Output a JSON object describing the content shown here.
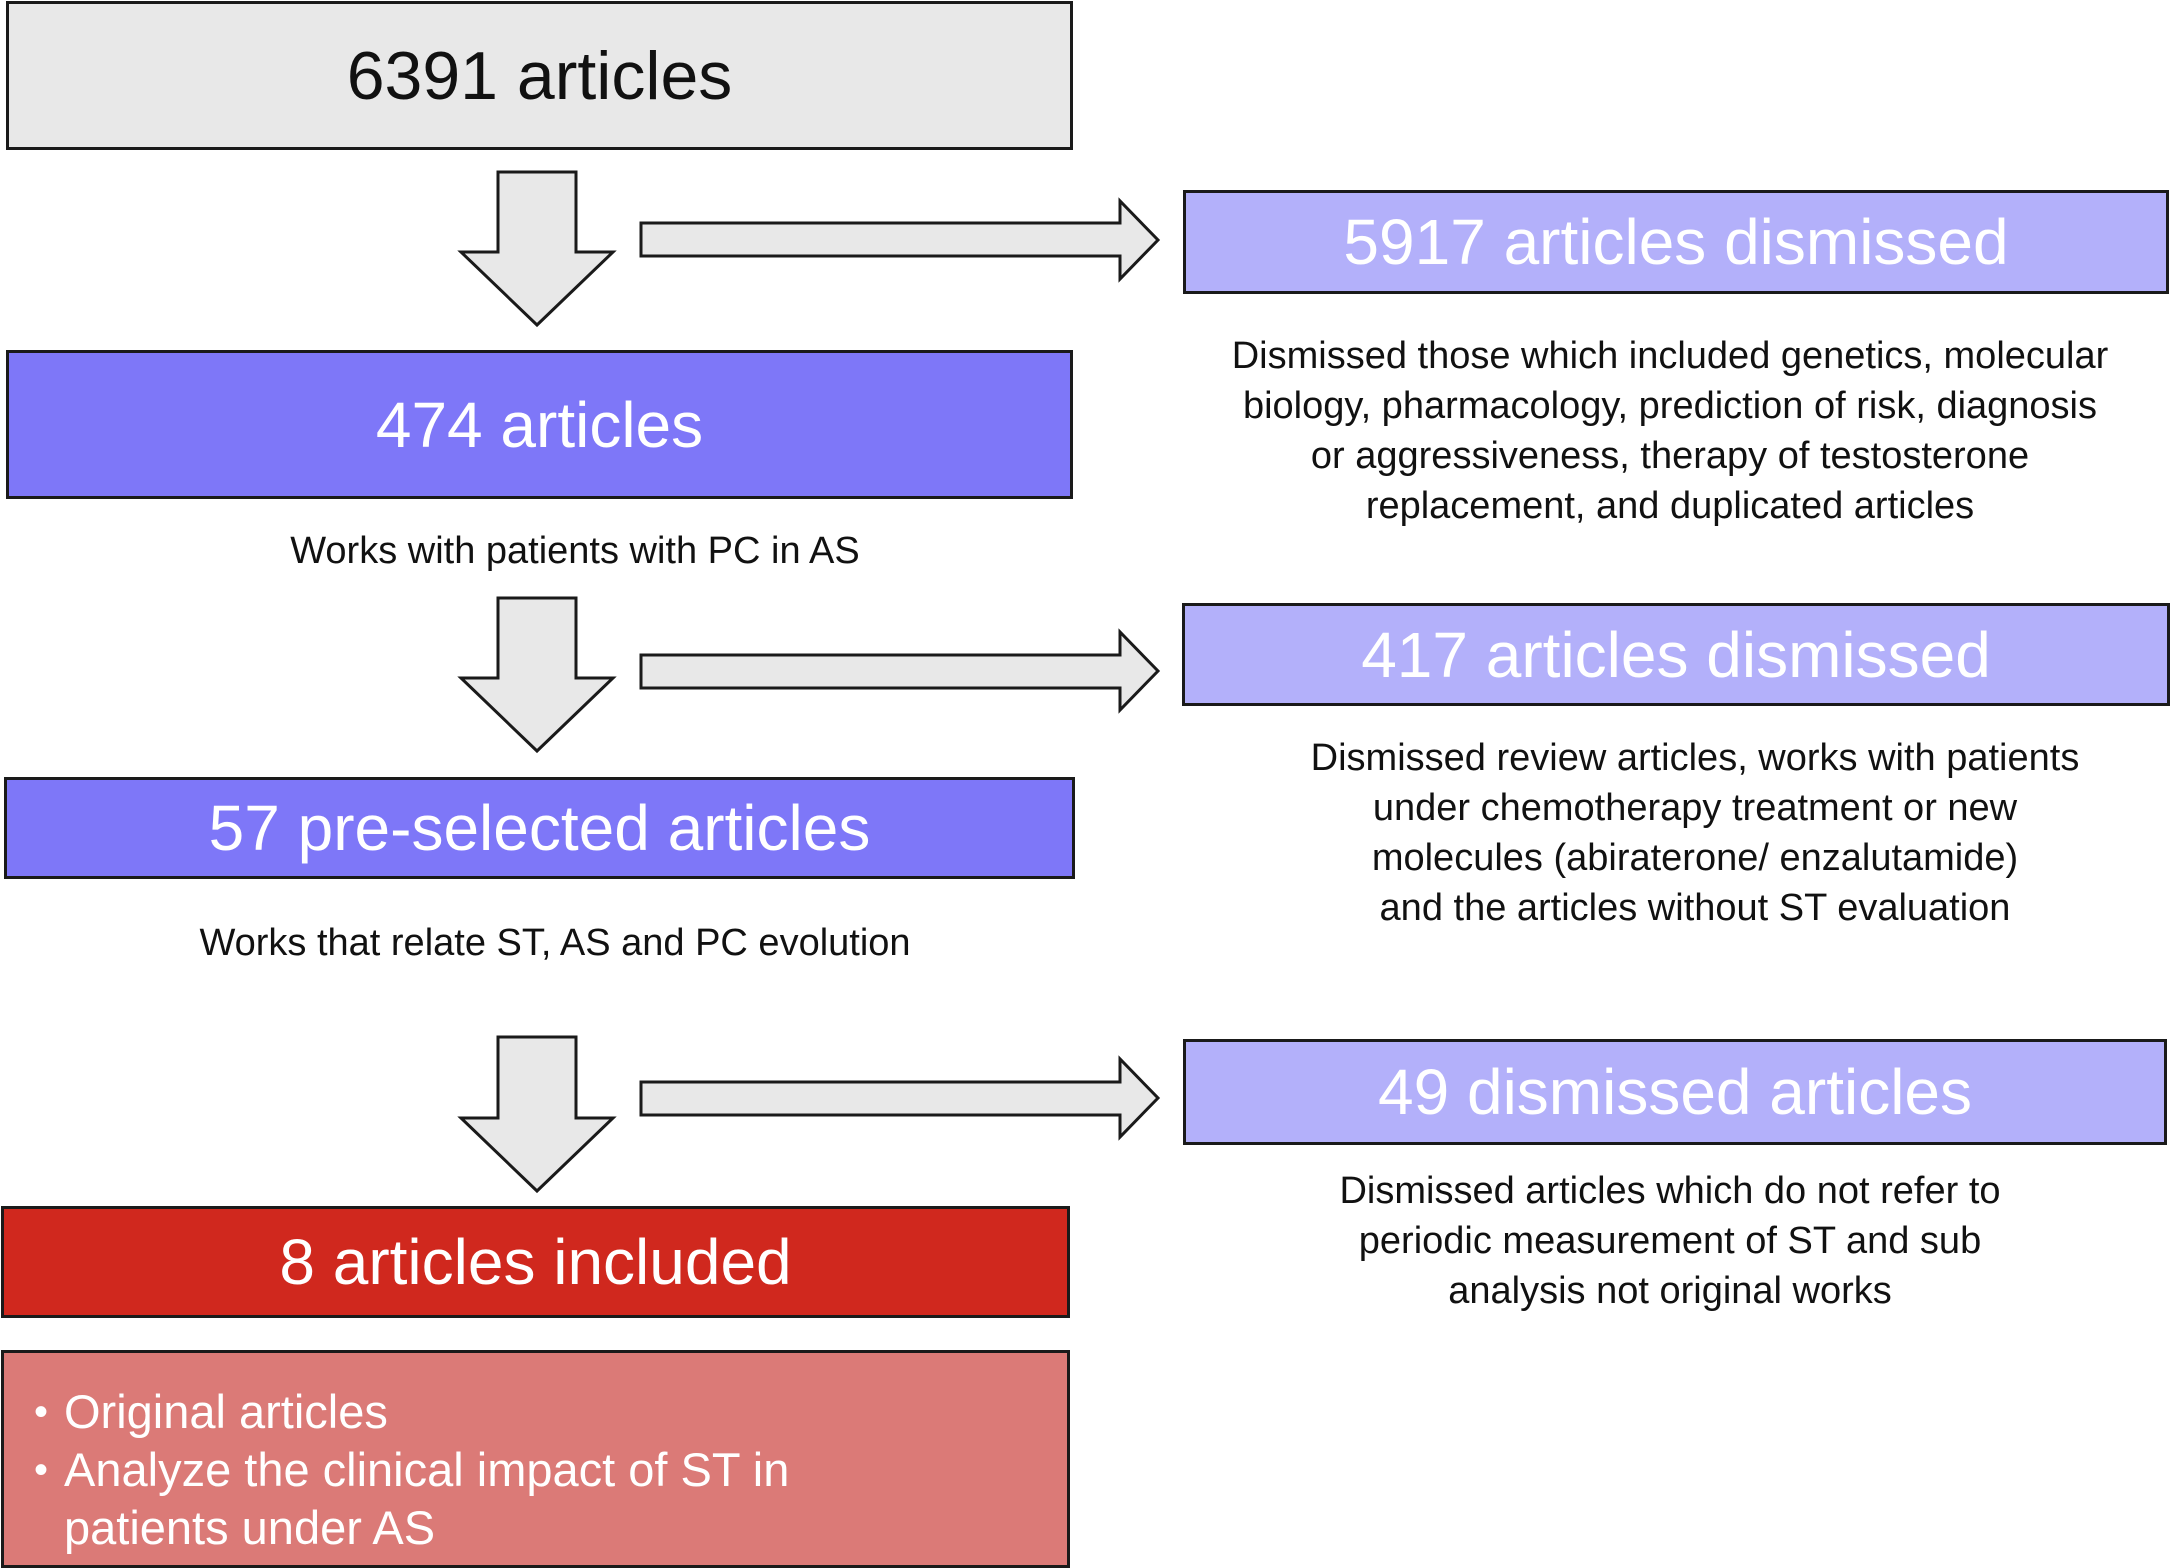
{
  "flow": {
    "start": {
      "label": "6391 articles"
    },
    "step1": {
      "label": "474 articles",
      "criteria": "Works with patients with PC in AS"
    },
    "step2": {
      "label": "57 pre-selected articles",
      "criteria": "Works that relate ST, AS and PC evolution"
    },
    "final": {
      "label": "8 articles included",
      "bullets": [
        "Original articles",
        "Analyze the clinical impact of ST in patients under AS"
      ]
    }
  },
  "exclusions": [
    {
      "label": "5917 articles dismissed",
      "note_lines": [
        "Dismissed those which included genetics, molecular",
        "biology, pharmacology, prediction of risk, diagnosis",
        "or aggressiveness, therapy of testosterone",
        "replacement, and duplicated articles"
      ]
    },
    {
      "label": "417 articles dismissed",
      "note_lines": [
        "Dismissed review articles, works with patients",
        "under chemotherapy treatment or new",
        "molecules (abiraterone/ enzalutamide)",
        "and the articles without ST evaluation"
      ]
    },
    {
      "label": "49 dismissed articles",
      "note_lines": [
        "Dismissed articles which do not refer to",
        "periodic measurement of ST and sub",
        "analysis not original works"
      ]
    }
  ],
  "colors": {
    "start": "#e8e8e8",
    "included_step": "#7e77f8",
    "dismissed": "#b3b0fa",
    "final": "#d0281e",
    "final_details": "#db7a77",
    "arrow_fill": "#e8e8e8"
  }
}
